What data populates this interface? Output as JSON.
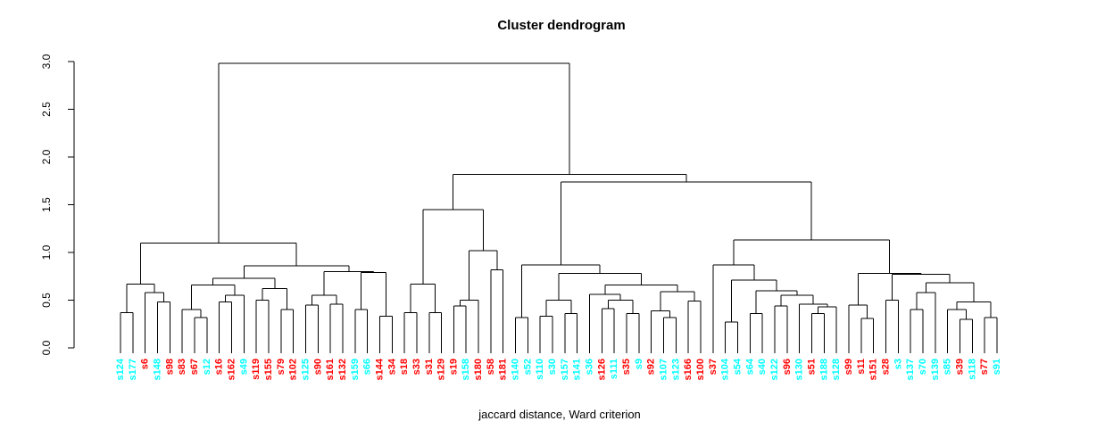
{
  "chart_data": {
    "type": "dendrogram",
    "title": "Cluster dendrogram",
    "xlabel": "jaccard distance, Ward criterion",
    "ylabel": "",
    "ylim": [
      0.0,
      3.0
    ],
    "yticks": [
      "0.0",
      "0.5",
      "1.0",
      "1.5",
      "2.0",
      "2.5",
      "3.0"
    ],
    "grid": false,
    "legend": null,
    "leaf_colors": {
      "red": "#FF0000",
      "cyan": "#00FFFF"
    },
    "line_color": "#000000",
    "background": "#FFFFFF",
    "leaves": [
      [
        "s124",
        "cyan"
      ],
      [
        "s177",
        "cyan"
      ],
      [
        "s6",
        "red"
      ],
      [
        "s148",
        "cyan"
      ],
      [
        "s98",
        "red"
      ],
      [
        "s83",
        "red"
      ],
      [
        "s67",
        "red"
      ],
      [
        "s12",
        "cyan"
      ],
      [
        "s16",
        "red"
      ],
      [
        "s162",
        "red"
      ],
      [
        "s49",
        "cyan"
      ],
      [
        "s119",
        "red"
      ],
      [
        "s155",
        "red"
      ],
      [
        "s79",
        "red"
      ],
      [
        "s102",
        "red"
      ],
      [
        "s125",
        "cyan"
      ],
      [
        "s90",
        "red"
      ],
      [
        "s161",
        "red"
      ],
      [
        "s132",
        "red"
      ],
      [
        "s159",
        "cyan"
      ],
      [
        "s66",
        "cyan"
      ],
      [
        "s144",
        "red"
      ],
      [
        "s34",
        "red"
      ],
      [
        "s18",
        "red"
      ],
      [
        "s33",
        "red"
      ],
      [
        "s31",
        "red"
      ],
      [
        "s129",
        "red"
      ],
      [
        "s19",
        "red"
      ],
      [
        "s158",
        "cyan"
      ],
      [
        "s180",
        "red"
      ],
      [
        "s58",
        "red"
      ],
      [
        "s181",
        "red"
      ],
      [
        "s140",
        "cyan"
      ],
      [
        "s52",
        "cyan"
      ],
      [
        "s110",
        "cyan"
      ],
      [
        "s30",
        "cyan"
      ],
      [
        "s157",
        "cyan"
      ],
      [
        "s141",
        "cyan"
      ],
      [
        "s36",
        "cyan"
      ],
      [
        "s126",
        "red"
      ],
      [
        "s111",
        "cyan"
      ],
      [
        "s35",
        "red"
      ],
      [
        "s9",
        "cyan"
      ],
      [
        "s92",
        "red"
      ],
      [
        "s107",
        "cyan"
      ],
      [
        "s123",
        "cyan"
      ],
      [
        "s166",
        "red"
      ],
      [
        "s100",
        "red"
      ],
      [
        "s37",
        "red"
      ],
      [
        "s104",
        "cyan"
      ],
      [
        "s54",
        "cyan"
      ],
      [
        "s64",
        "cyan"
      ],
      [
        "s40",
        "cyan"
      ],
      [
        "s122",
        "cyan"
      ],
      [
        "s96",
        "red"
      ],
      [
        "s130",
        "cyan"
      ],
      [
        "s51",
        "red"
      ],
      [
        "s188",
        "cyan"
      ],
      [
        "s128",
        "cyan"
      ],
      [
        "s99",
        "red"
      ],
      [
        "s11",
        "red"
      ],
      [
        "s151",
        "red"
      ],
      [
        "s28",
        "red"
      ],
      [
        "s3",
        "cyan"
      ],
      [
        "s137",
        "cyan"
      ],
      [
        "s70",
        "cyan"
      ],
      [
        "s139",
        "cyan"
      ],
      [
        "s85",
        "cyan"
      ],
      [
        "s39",
        "red"
      ],
      [
        "s118",
        "cyan"
      ],
      [
        "s77",
        "red"
      ],
      [
        "s91",
        "cyan"
      ]
    ],
    "linkage_tree": [
      2.98,
      [
        1.1,
        [
          0.67,
          [
            0.37,
            "s124",
            "s177"
          ],
          [
            0.58,
            "s6",
            [
              0.48,
              "s148",
              "s98"
            ]
          ]
        ],
        [
          0.86,
          [
            0.73,
            [
              0.66,
              [
                0.4,
                "s83",
                [
                  0.32,
                  "s67",
                  "s12"
                ]
              ],
              [
                0.55,
                [
                  0.48,
                  "s16",
                  "s162"
                ],
                "s49"
              ]
            ],
            [
              0.62,
              [
                0.5,
                "s119",
                "s155"
              ],
              [
                0.4,
                "s79",
                "s102"
              ]
            ]
          ],
          [
            0.8,
            [
              0.55,
              [
                0.45,
                "s125",
                "s90"
              ],
              [
                0.46,
                "s161",
                "s132"
              ]
            ],
            [
              0.79,
              [
                0.4,
                "s159",
                "s66"
              ],
              [
                0.33,
                "s144",
                "s34"
              ]
            ]
          ]
        ]
      ],
      [
        1.82,
        [
          1.45,
          [
            0.67,
            [
              0.37,
              "s18",
              "s33"
            ],
            [
              0.37,
              "s31",
              "s129"
            ]
          ],
          [
            1.02,
            [
              0.5,
              [
                0.44,
                "s19",
                "s158"
              ],
              "s180"
            ],
            [
              0.82,
              "s58",
              "s181"
            ]
          ]
        ],
        [
          1.74,
          [
            0.87,
            [
              0.32,
              "s140",
              "s52"
            ],
            [
              0.78,
              [
                0.5,
                [
                  0.33,
                  "s110",
                  "s30"
                ],
                [
                  0.36,
                  "s157",
                  "s141"
                ]
              ],
              [
                0.66,
                [
                  0.56,
                  "s36",
                  [
                    0.5,
                    [
                      0.41,
                      "s126",
                      "s111"
                    ],
                    [
                      0.36,
                      "s35",
                      "s9"
                    ]
                  ]
                ],
                [
                  0.59,
                  [
                    0.39,
                    "s92",
                    [
                      0.32,
                      "s107",
                      "s123"
                    ]
                  ],
                  [
                    0.49,
                    "s166",
                    "s100"
                  ]
                ]
              ]
            ]
          ],
          [
            1.13,
            [
              0.87,
              "s37",
              [
                0.71,
                [
                  0.27,
                  "s104",
                  "s54"
                ],
                [
                  0.6,
                  [
                    0.36,
                    "s64",
                    "s40"
                  ],
                  [
                    0.55,
                    [
                      0.44,
                      "s122",
                      "s96"
                    ],
                    [
                      0.46,
                      "s130",
                      [
                        0.43,
                        [
                          0.36,
                          "s51",
                          "s188"
                        ],
                        "s128"
                      ]
                    ]
                  ]
                ]
              ]
            ],
            [
              0.78,
              [
                0.45,
                "s99",
                [
                  0.31,
                  "s11",
                  "s151"
                ]
              ],
              [
                0.77,
                [
                  0.5,
                  "s28",
                  "s3"
                ],
                [
                  0.68,
                  [
                    0.58,
                    [
                      0.4,
                      "s137",
                      "s70"
                    ],
                    "s139"
                  ],
                  [
                    0.48,
                    [
                      0.4,
                      "s85",
                      [
                        0.3,
                        "s39",
                        "s118"
                      ]
                    ],
                    [
                      0.32,
                      "s77",
                      "s91"
                    ]
                  ]
                ]
              ]
            ]
          ]
        ]
      ]
    ]
  }
}
